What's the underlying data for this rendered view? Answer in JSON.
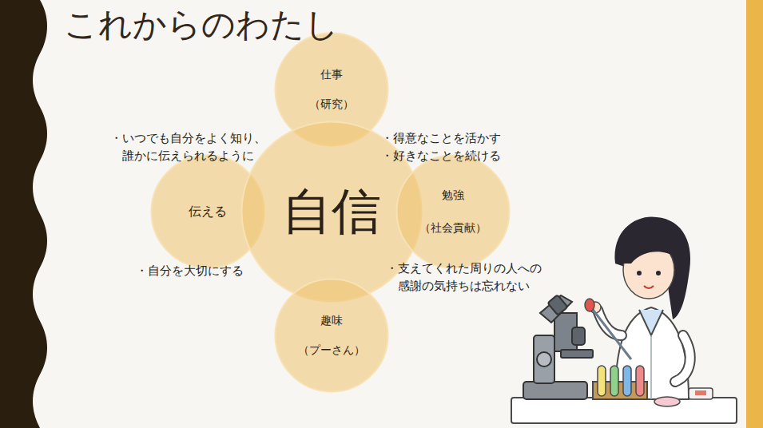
{
  "diagram": {
    "title": "これからのわたし",
    "nodes": [
      {
        "text": [
          "仕事",
          "（研究）"
        ]
      },
      {
        "text": [
          "伝える"
        ]
      },
      {
        "text": [
          "自信"
        ]
      },
      {
        "text": [
          "勉強",
          "（社会貢献）"
        ]
      },
      {
        "text": [
          "趣味",
          "（プーさん）"
        ]
      }
    ],
    "labels": [
      "・いつでも自分をよく知り、 誰かに伝えられるように",
      "・得意なことを活かす",
      "・好きなことを続ける",
      "・自分を大切にする",
      "・支えてくれた周りの人への 感謝の気持ちは忘れない"
    ]
  }
}
